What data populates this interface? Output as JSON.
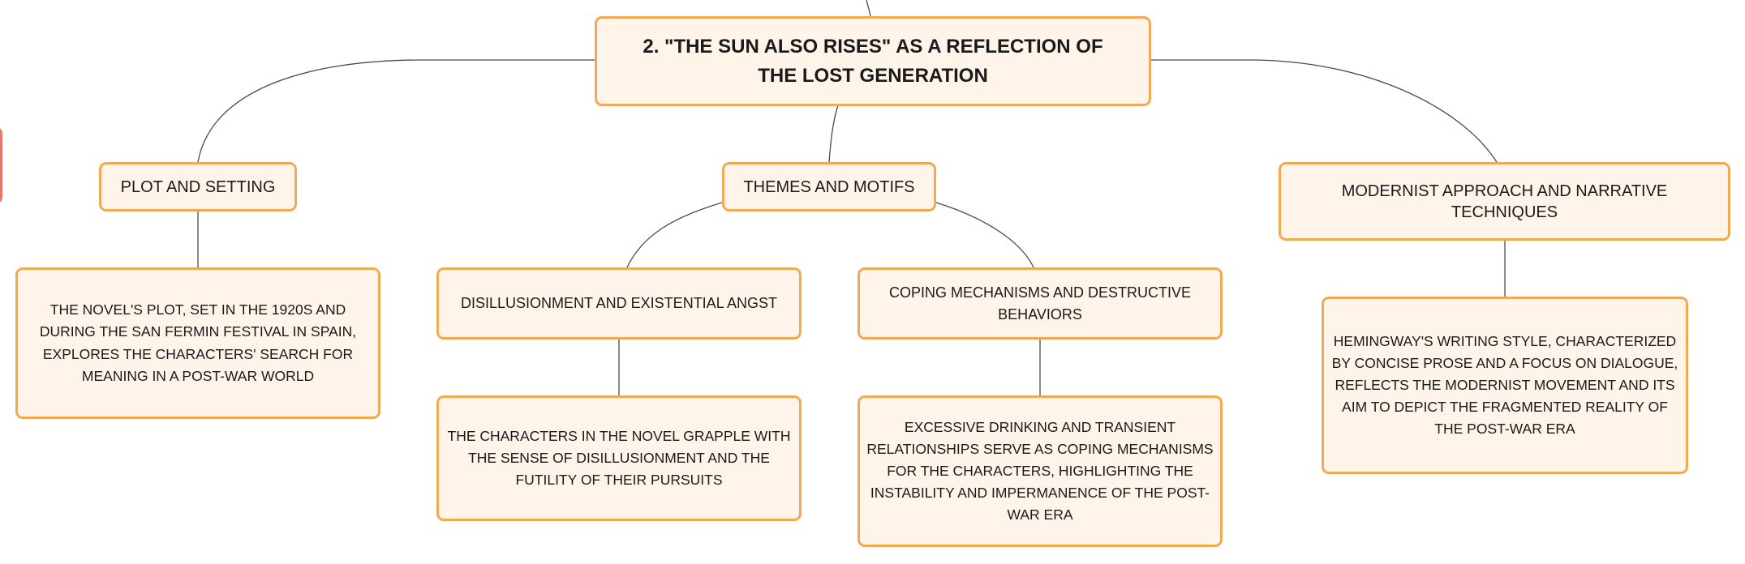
{
  "mindmap": {
    "root": {
      "label": "2. \"THE SUN ALSO RISES\" AS A REFLECTION OF THE LOST GENERATION"
    },
    "plot": {
      "label": "PLOT AND SETTING",
      "detail": "THE NOVEL'S PLOT, SET IN THE 1920S AND DURING THE SAN FERMIN FESTIVAL IN SPAIN, EXPLORES THE CHARACTERS' SEARCH FOR MEANING IN A POST-WAR WORLD"
    },
    "themes": {
      "label": "THEMES AND MOTIFS",
      "disillusionment": {
        "label": "DISILLUSIONMENT AND EXISTENTIAL ANGST",
        "detail": "THE CHARACTERS IN THE NOVEL GRAPPLE WITH THE SENSE OF DISILLUSIONMENT AND THE FUTILITY OF THEIR PURSUITS"
      },
      "coping": {
        "label": "COPING MECHANISMS AND DESTRUCTIVE BEHAVIORS",
        "detail": "EXCESSIVE DRINKING AND TRANSIENT RELATIONSHIPS SERVE AS COPING MECHANISMS FOR THE CHARACTERS, HIGHLIGHTING THE INSTABILITY AND IMPERMANENCE OF THE POST-WAR ERA"
      }
    },
    "modernist": {
      "label": "MODERNIST APPROACH AND NARRATIVE TECHNIQUES",
      "detail": "HEMINGWAY'S WRITING STYLE, CHARACTERIZED BY CONCISE PROSE AND A FOCUS ON DIALOGUE, REFLECTS THE MODERNIST MOVEMENT AND ITS AIM TO DEPICT THE FRAGMENTED REALITY OF THE POST-WAR ERA"
    }
  },
  "colors": {
    "node_fill": "#fef4e9",
    "node_border": "#f2aa52",
    "connector": "#4a4a4a",
    "offscreen_node_border": "#e5776b"
  }
}
